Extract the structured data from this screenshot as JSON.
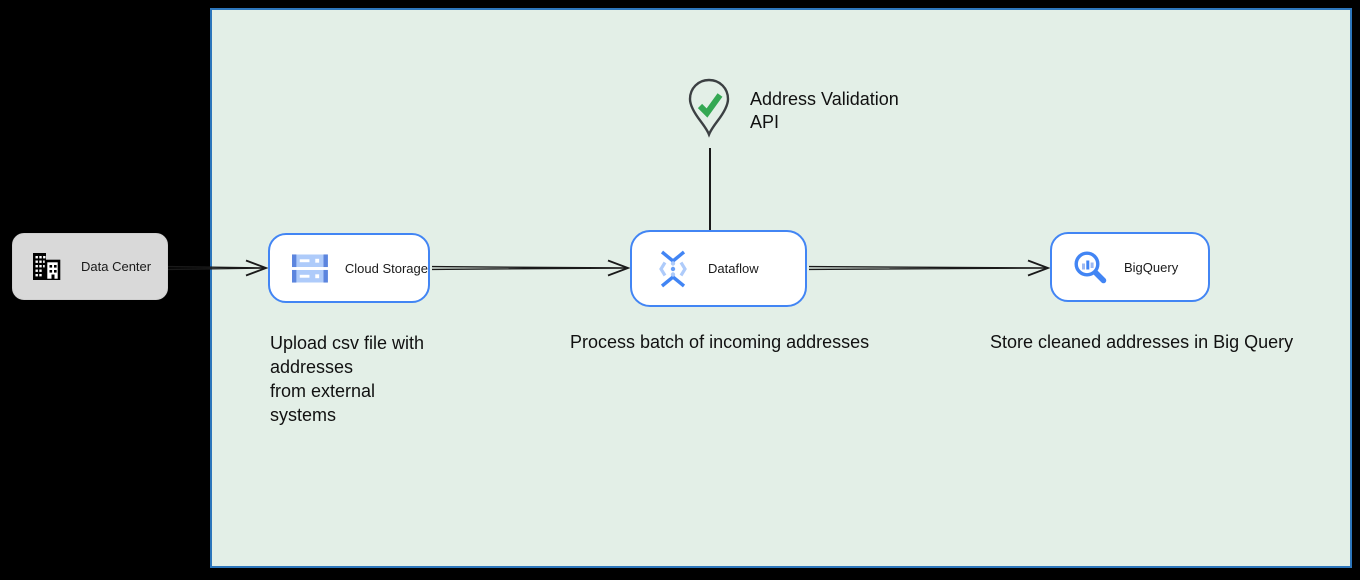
{
  "colors": {
    "background": "#000000",
    "panel_fill": "#e3efe7",
    "panel_border": "#2d76bb",
    "node_border": "#4285f4",
    "icon_blue": "#4285f4",
    "icon_blue_light": "#aecbfa",
    "check_green": "#34a853",
    "external_node_fill": "#d9d9d9",
    "connector": "#1a1a1a"
  },
  "data_center": {
    "label": "Data Center"
  },
  "cloud_storage": {
    "label": "Cloud Storage",
    "caption": "Upload csv file with\naddresses\nfrom external\nsystems"
  },
  "dataflow": {
    "label": "Dataflow",
    "caption": "Process batch of incoming addresses"
  },
  "bigquery": {
    "label": "BigQuery",
    "caption": "Store cleaned addresses in Big Query"
  },
  "address_validation": {
    "label": "Address Validation\nAPI"
  }
}
